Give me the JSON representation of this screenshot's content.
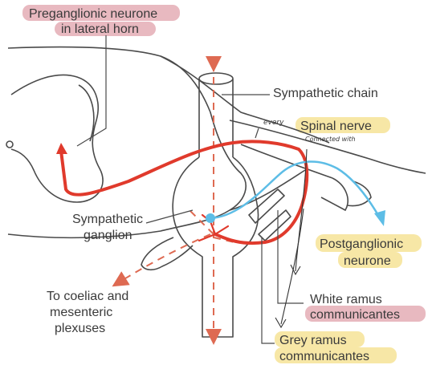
{
  "diagram": {
    "colors": {
      "outline": "#4a4a4a",
      "preganglionic": "#e03a2c",
      "efferent_dashed": "#de6a52",
      "postganglionic": "#5dbde6",
      "highlight_pink": "#e8b9c0",
      "highlight_yellow": "#f7e7a6"
    },
    "labels": {
      "preganglionic_line1": "Preganglionic neurone",
      "preganglionic_line2": "in lateral horn",
      "sympathetic_chain": "Sympathetic chain",
      "spinal_nerve": "Spinal nerve",
      "sympathetic_ganglion_line1": "Sympathetic",
      "sympathetic_ganglion_line2": "ganglion",
      "postganglionic_line1": "Postganglionic",
      "postganglionic_line2": "neurone",
      "coeliac_line1": "To coeliac and",
      "coeliac_line2": "mesenteric",
      "coeliac_line3": "plexuses",
      "white_ramus_line1": "White ramus",
      "white_ramus_line2": "communicantes",
      "grey_ramus_line1": "Grey ramus",
      "grey_ramus_line2": "communicantes"
    },
    "handwritten_notes": {
      "every": "every",
      "connected_with": "Connected with"
    }
  }
}
